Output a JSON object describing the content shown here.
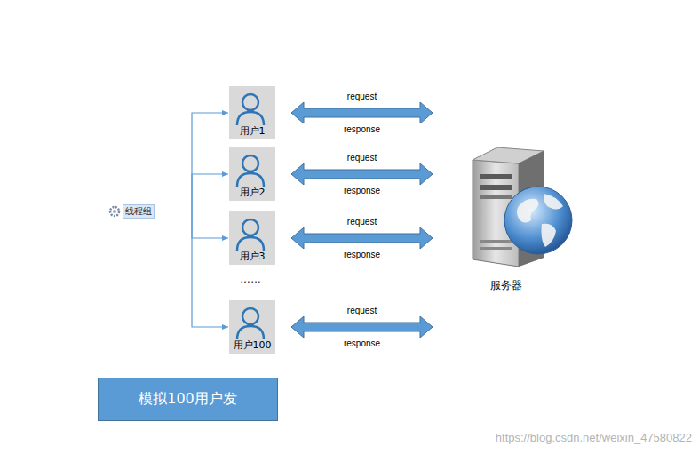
{
  "diagram": {
    "nodes": [
      {
        "text": [
          "线程组"
        ]
      },
      {
        "text": [
          "用户1"
        ]
      },
      {
        "text": [
          "用户2"
        ]
      },
      {
        "text": [
          "用户3"
        ]
      },
      {
        "text": [
          "用户100"
        ]
      },
      {
        "text": [
          "服务器"
        ]
      },
      {
        "text": [
          "模拟100用户发"
        ]
      }
    ],
    "edges": [
      {
        "from": 0,
        "to": 1,
        "arrow": "to"
      },
      {
        "from": 0,
        "to": 2,
        "arrow": "to"
      },
      {
        "from": 0,
        "to": 3,
        "arrow": "to"
      },
      {
        "from": 0,
        "to": 4,
        "arrow": "to"
      },
      {
        "from": 1,
        "to": 5,
        "label": "request",
        "arrow": "both"
      },
      {
        "from": 2,
        "to": 5,
        "label": "request",
        "arrow": "both"
      },
      {
        "from": 3,
        "to": 5,
        "label": "request",
        "arrow": "both"
      },
      {
        "from": 4,
        "to": 5,
        "label": "request",
        "arrow": "both"
      }
    ],
    "labels": [
      "response",
      "response",
      "response",
      "response",
      "……",
      "https://blog.csdn.net/weixin_47580822"
    ]
  }
}
